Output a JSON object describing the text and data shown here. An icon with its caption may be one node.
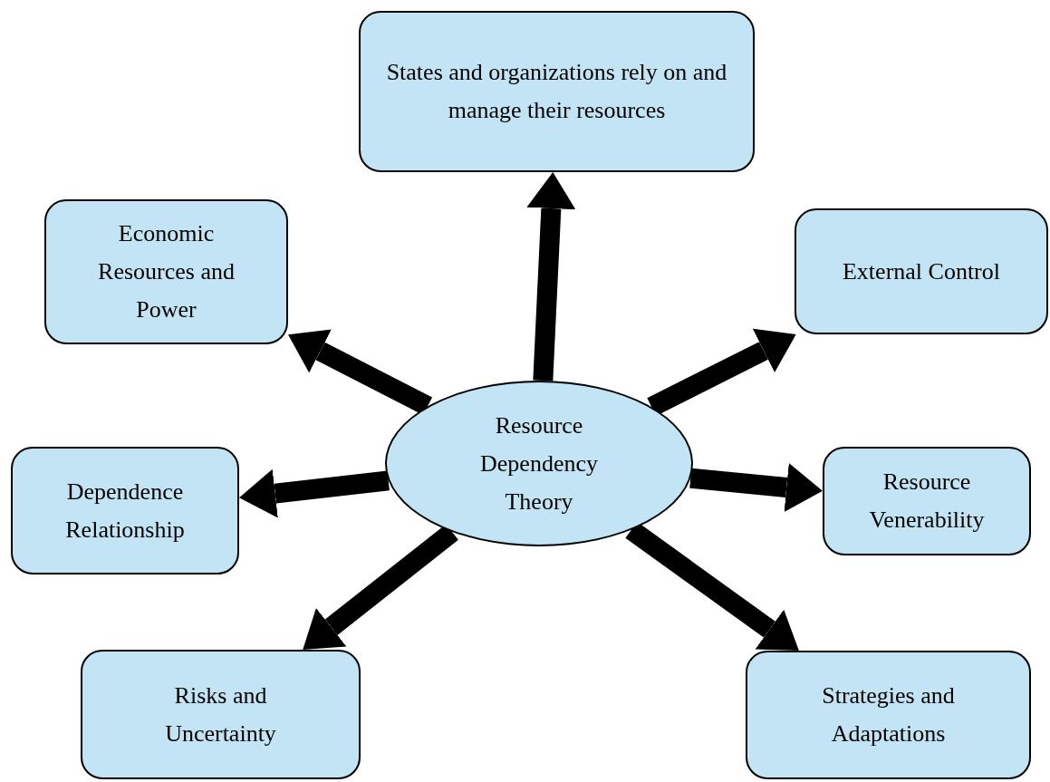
{
  "diagram": {
    "nodes": [
      {
        "text": [
          "Resource Dependency Theory"
        ]
      },
      {
        "text": [
          "States and organizations rely on and manage their resources"
        ]
      },
      {
        "text": [
          "Economic Resources and Power"
        ]
      },
      {
        "text": [
          "External Control"
        ]
      },
      {
        "text": [
          "Dependence Relationship"
        ]
      },
      {
        "text": [
          "Resource Venerability"
        ]
      },
      {
        "text": [
          "Risks and Uncertainty"
        ]
      },
      {
        "text": [
          "Strategies and Adaptations"
        ]
      }
    ],
    "edges": [
      {
        "from": 0,
        "to": 1,
        "arrow": "to"
      },
      {
        "from": 0,
        "to": 2,
        "arrow": "to"
      },
      {
        "from": 0,
        "to": 3,
        "arrow": "to"
      },
      {
        "from": 0,
        "to": 4,
        "arrow": "to"
      },
      {
        "from": 0,
        "to": 5,
        "arrow": "to"
      },
      {
        "from": 0,
        "to": 6,
        "arrow": "to"
      },
      {
        "from": 0,
        "to": 7,
        "arrow": "to"
      }
    ]
  }
}
